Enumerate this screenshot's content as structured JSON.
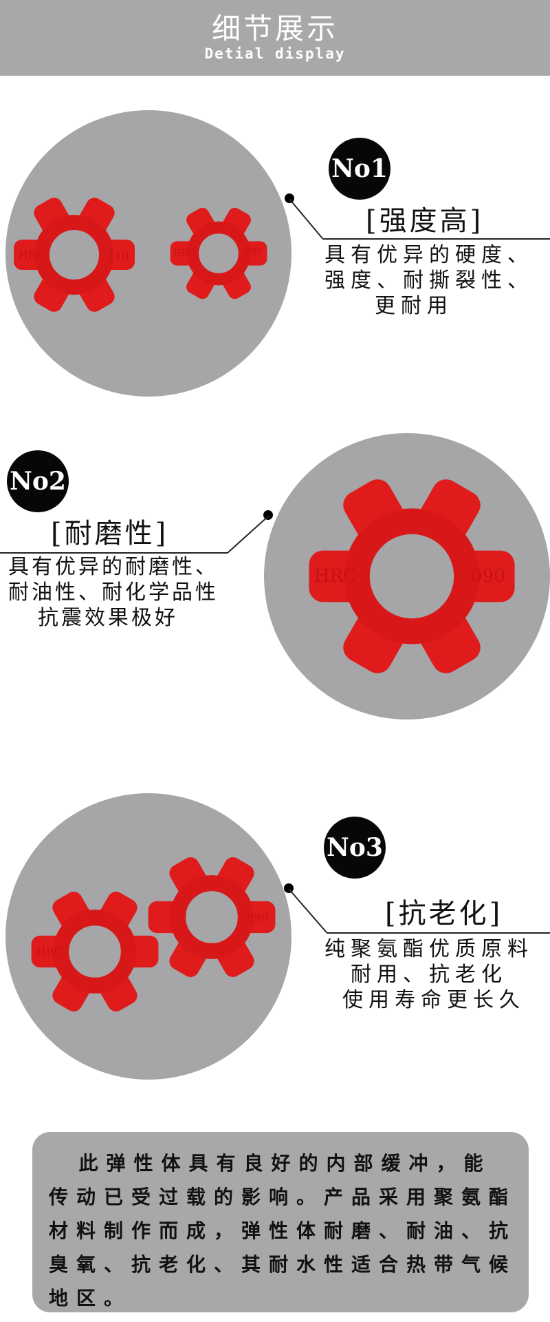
{
  "header": {
    "title": "细节展示",
    "subtitle": "Detial display"
  },
  "colors": {
    "header_bg": "#a8a8aa",
    "circle_bg": "#a6a6a8",
    "product_red": "#e01b1b",
    "badge": "#070707"
  },
  "sections": [
    {
      "badge": "No1",
      "title": "[强度高]",
      "lines": [
        "具有优异的硬度、",
        "强度、耐撕裂性、",
        "更耐用"
      ],
      "product_marks": [
        "HRC",
        "110",
        "HRC",
        "090"
      ]
    },
    {
      "badge": "No2",
      "title": "[耐磨性]",
      "lines": [
        "具有优异的耐磨性、",
        "耐油性、耐化学品性",
        "抗震效果极好"
      ],
      "product_marks": [
        "HRC",
        "090"
      ]
    },
    {
      "badge": "No3",
      "title": "[抗老化]",
      "lines": [
        "纯聚氨酯优质原料",
        "耐用、抗老化",
        "使用寿命更长久"
      ],
      "product_marks": [
        "HRC",
        "090"
      ]
    }
  ],
  "summary": {
    "lines": [
      "  此弹性体具有良好的内部缓冲，能",
      "传动已受过载的影响。产品采用聚氨酯",
      "材料制作而成，弹性体耐磨、耐油、抗",
      "臭氧、抗老化、其耐水性适合热带气候",
      "地区。"
    ]
  }
}
